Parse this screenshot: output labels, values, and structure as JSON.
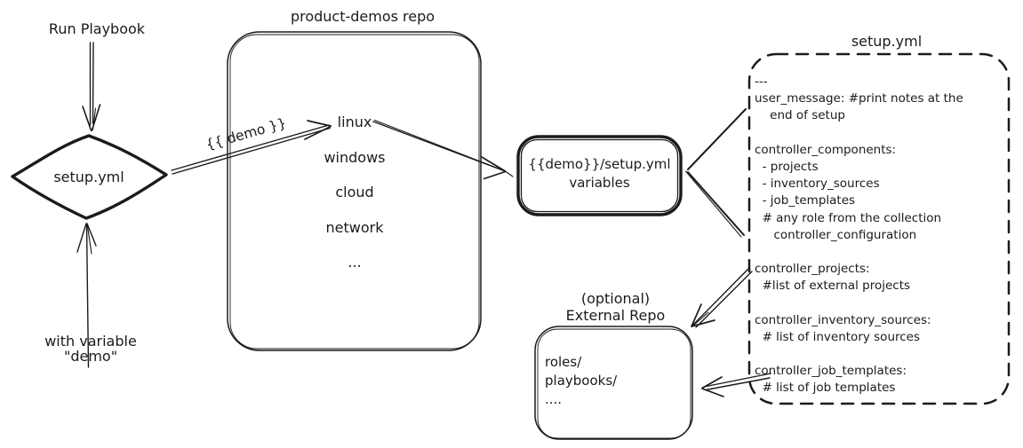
{
  "palette": {
    "ink": "#1b1b1b",
    "background": "#ffffff"
  },
  "flow_left": {
    "run_playbook_label": "Run Playbook",
    "start_node_label": "setup.yml",
    "with_variable_line1": "with variable",
    "with_variable_line2": "\"demo\"",
    "demo_arrow_label": "{{ demo }}"
  },
  "product_demos_repo": {
    "title": "product-demos repo",
    "items": [
      "linux",
      "windows",
      "cloud",
      "network",
      "..."
    ]
  },
  "variables_box": {
    "line1": "{{demo}}/setup.yml",
    "line2": "variables"
  },
  "setup_yml_file": {
    "title": "setup.yml",
    "lines": [
      "---",
      "user_message: #print notes at the",
      "    end of setup",
      "",
      "controller_components:",
      "  - projects",
      "  - inventory_sources",
      "  - job_templates",
      "  # any role from the collection",
      "     controller_configuration",
      "",
      "controller_projects:",
      "  #list of external projects",
      "",
      "controller_inventory_sources:",
      "  # list of inventory sources",
      "",
      "controller_job_templates:",
      "  # list of job templates"
    ]
  },
  "external_repo": {
    "label_line1": "(optional)",
    "label_line2": "External Repo",
    "items": [
      "roles/",
      "playbooks/",
      "...."
    ]
  }
}
